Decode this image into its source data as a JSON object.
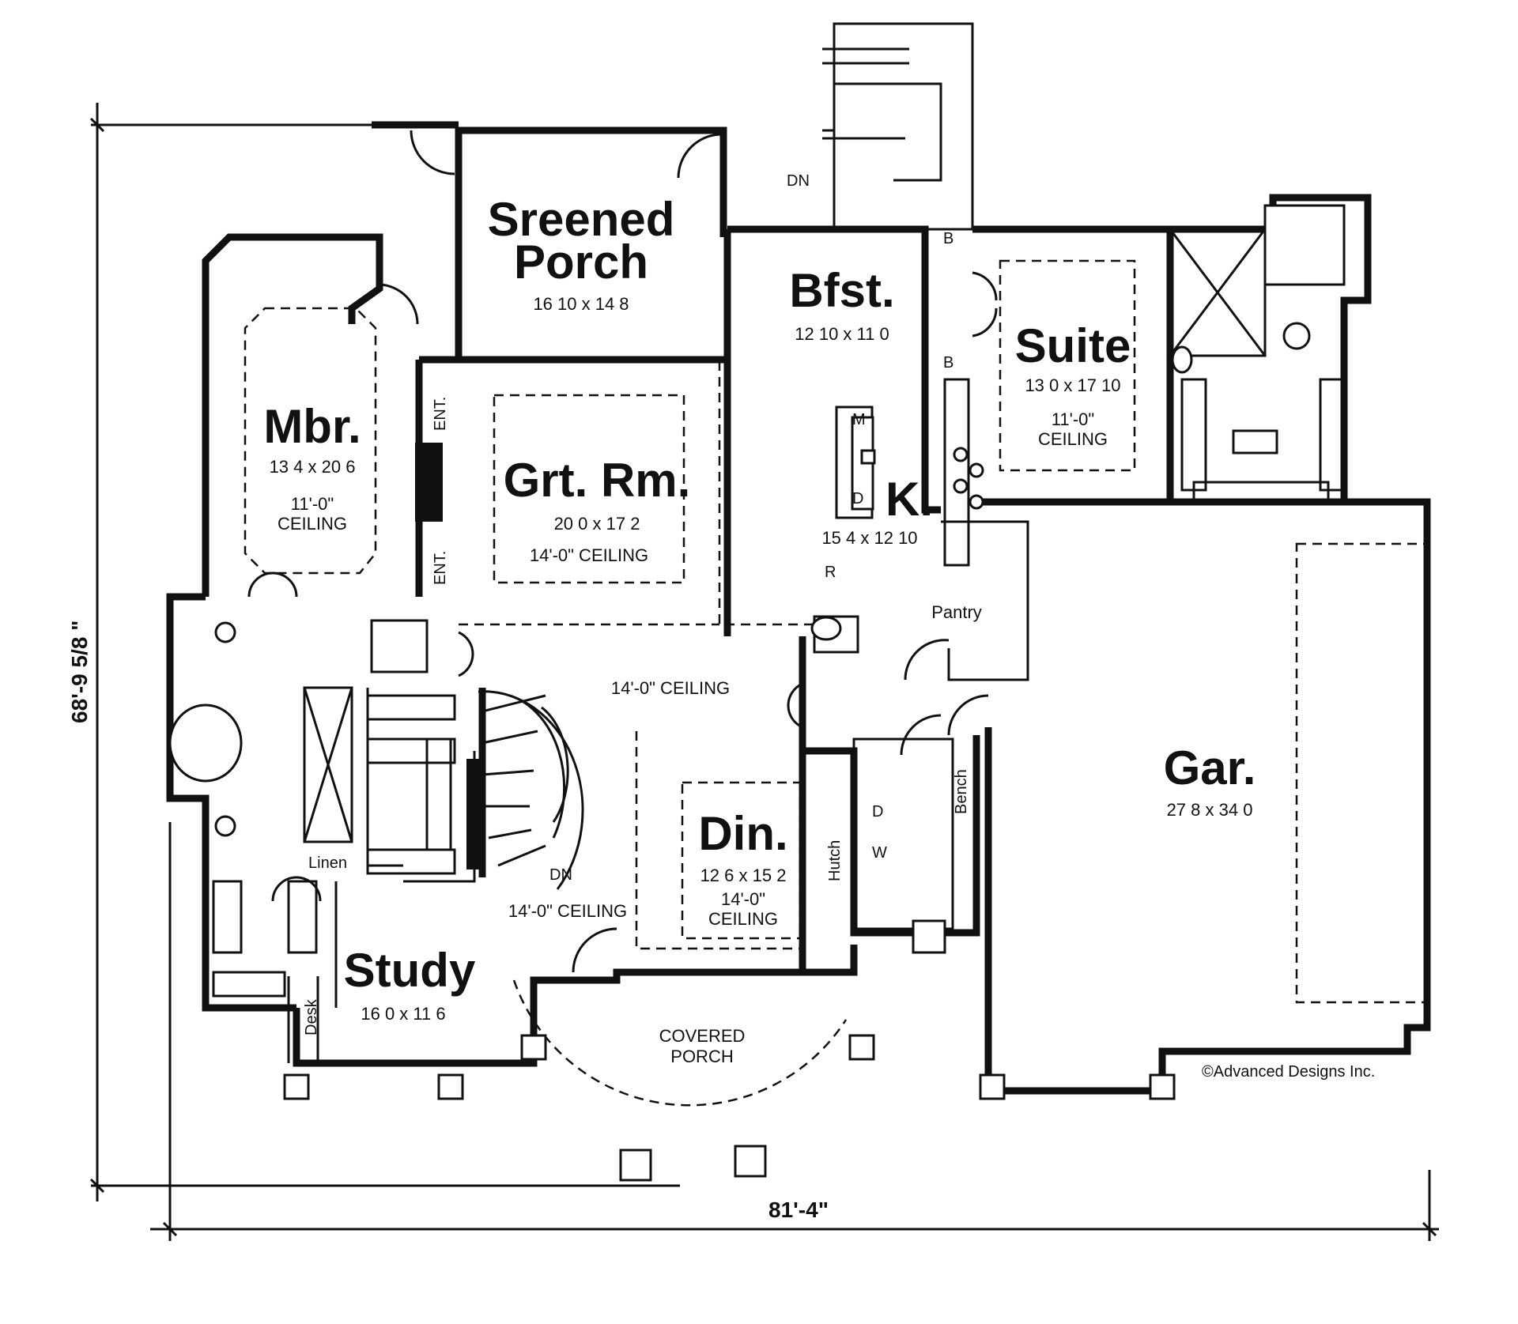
{
  "plan": {
    "rooms": {
      "screened_porch": {
        "name_line1": "Sreened",
        "name_line2": "Porch",
        "size": "16 10 x 14 8"
      },
      "bfst": {
        "name": "Bfst.",
        "size": "12 10 x 11 0"
      },
      "suite": {
        "name": "Suite",
        "size": "13 0 x 17 10",
        "ceiling_line1": "11'-0\"",
        "ceiling_line2": "CEILING"
      },
      "mbr": {
        "name": "Mbr.",
        "size": "13 4 x 20 6",
        "ceiling_line1": "11'-0\"",
        "ceiling_line2": "CEILING"
      },
      "grt_rm": {
        "name": "Grt. Rm.",
        "size": "20 0 x 17 2",
        "ceiling": "14'-0\" CEILING"
      },
      "kitchen": {
        "name": "K.",
        "size": "15 4 x 12 10"
      },
      "pantry": {
        "name": "Pantry"
      },
      "foyer": {
        "ceiling": "14'-0\" CEILING"
      },
      "din": {
        "name": "Din.",
        "size": "12 6 x 15 2",
        "ceiling_line1": "14'-0\"",
        "ceiling_line2": "CEILING"
      },
      "gar": {
        "name": "Gar.",
        "size": "27 8 x 34 0"
      },
      "study": {
        "name": "Study",
        "size": "16 0 x 11 6",
        "ceiling": "14'-0\" CEILING"
      },
      "covered_porch": {
        "line1": "COVERED",
        "line2": "PORCH"
      }
    },
    "labels": {
      "ent_upper": "ENT.",
      "ent_lower": "ENT.",
      "dn_stair_rear": "DN",
      "dn_stair_main": "DN",
      "b_upper": "B",
      "b_lower": "B",
      "m": "M",
      "d_kitchen": "D",
      "r": "R",
      "d_laundry": "D",
      "w": "W",
      "hutch": "Hutch",
      "bench": "Bench",
      "linen": "Linen",
      "desk": "Desk"
    },
    "dimensions": {
      "depth": "68'-9 5/8 \"",
      "width": "81'-4\""
    },
    "copyright": "©Advanced Designs Inc."
  }
}
